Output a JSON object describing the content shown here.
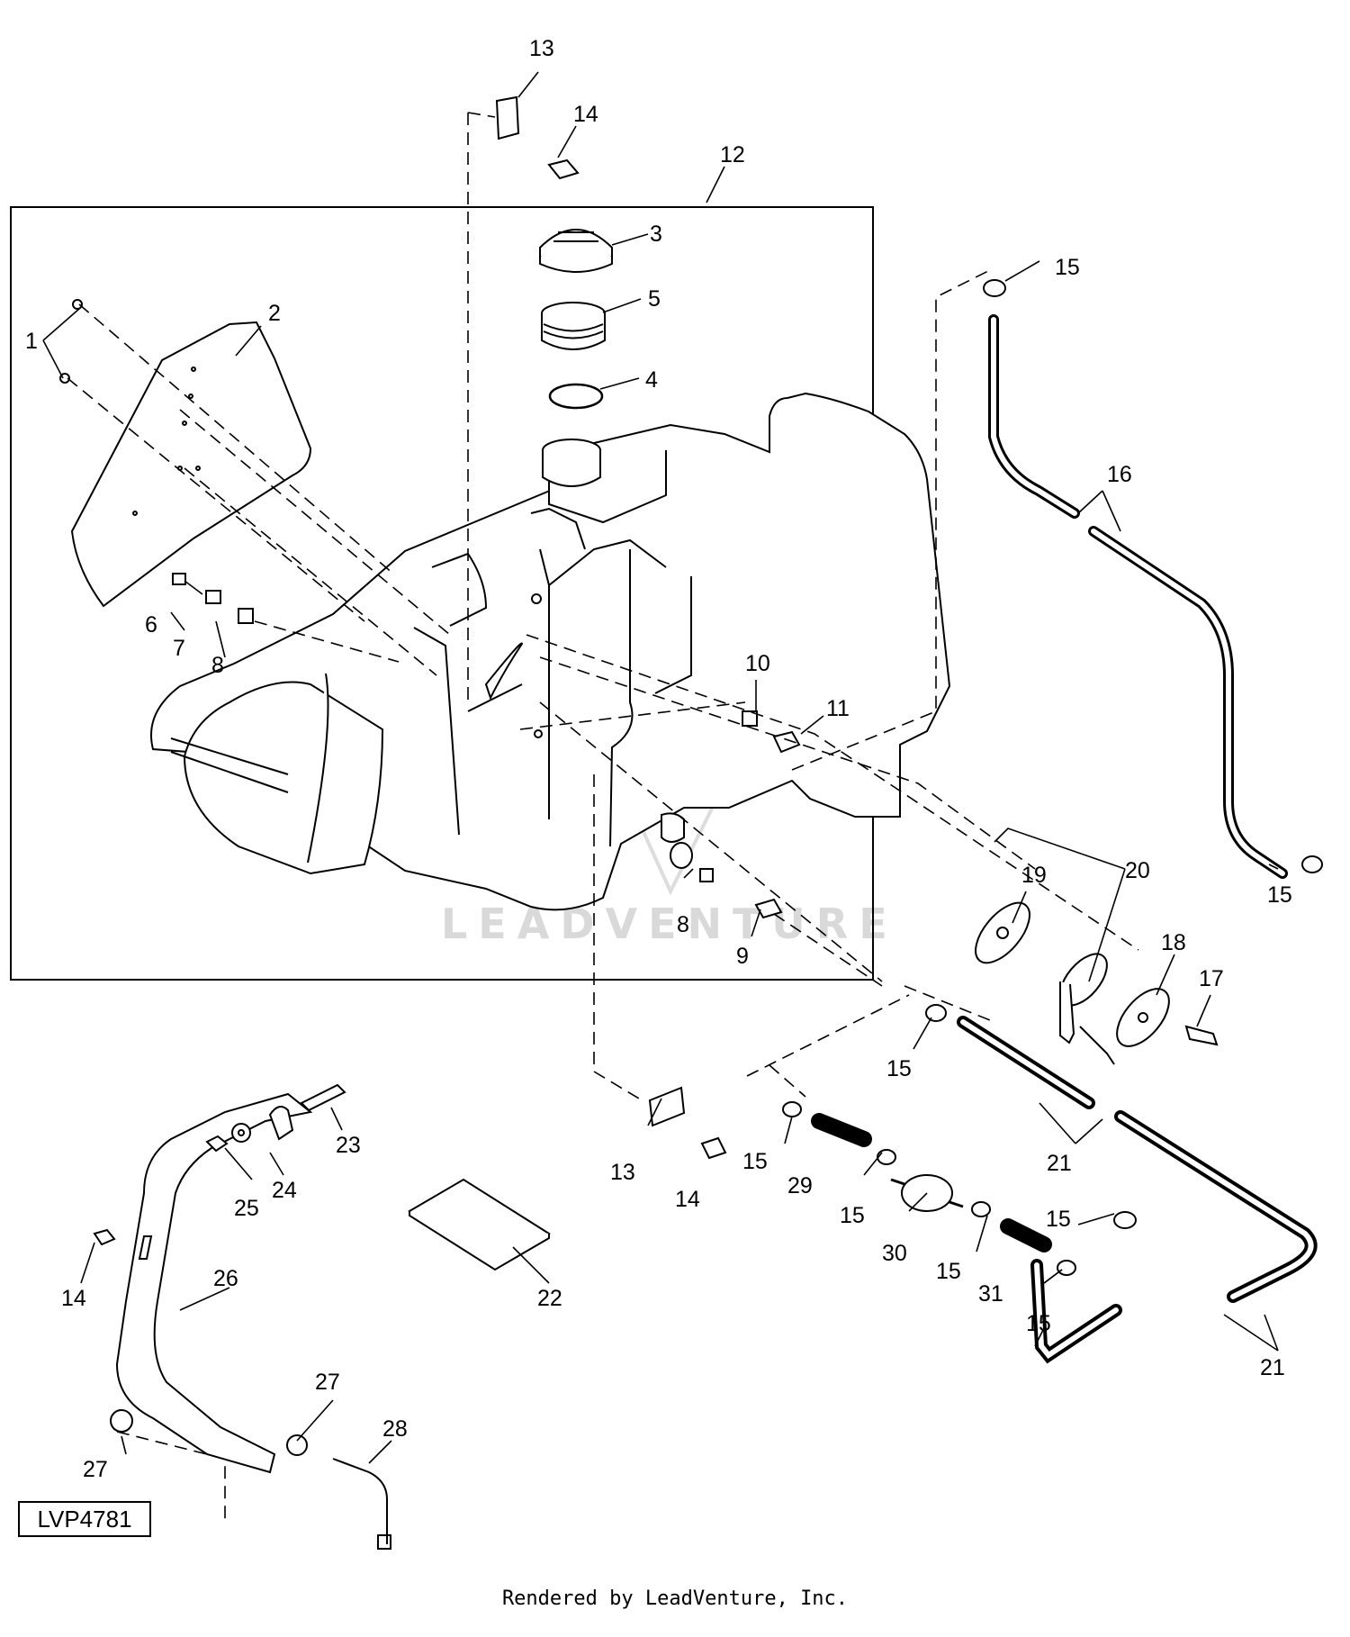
{
  "diagram": {
    "figure_code": "LVP4781",
    "watermark": "LEADVENTURE",
    "footer": "Rendered by LeadVenture, Inc.",
    "callouts": [
      {
        "id": "c1",
        "text": "1"
      },
      {
        "id": "c2",
        "text": "2"
      },
      {
        "id": "c3",
        "text": "3"
      },
      {
        "id": "c4",
        "text": "4"
      },
      {
        "id": "c5",
        "text": "5"
      },
      {
        "id": "c6",
        "text": "6"
      },
      {
        "id": "c7",
        "text": "7"
      },
      {
        "id": "c8a",
        "text": "8"
      },
      {
        "id": "c8b",
        "text": "8"
      },
      {
        "id": "c9",
        "text": "9"
      },
      {
        "id": "c10",
        "text": "10"
      },
      {
        "id": "c11",
        "text": "11"
      },
      {
        "id": "c12",
        "text": "12"
      },
      {
        "id": "c13a",
        "text": "13"
      },
      {
        "id": "c13b",
        "text": "13"
      },
      {
        "id": "c14a",
        "text": "14"
      },
      {
        "id": "c14b",
        "text": "14"
      },
      {
        "id": "c14c",
        "text": "14"
      },
      {
        "id": "c15a",
        "text": "15"
      },
      {
        "id": "c15b",
        "text": "15"
      },
      {
        "id": "c15c",
        "text": "15"
      },
      {
        "id": "c15d",
        "text": "15"
      },
      {
        "id": "c15e",
        "text": "15"
      },
      {
        "id": "c15f",
        "text": "15"
      },
      {
        "id": "c15g",
        "text": "15"
      },
      {
        "id": "c15h",
        "text": "15"
      },
      {
        "id": "c16",
        "text": "16"
      },
      {
        "id": "c17",
        "text": "17"
      },
      {
        "id": "c18",
        "text": "18"
      },
      {
        "id": "c19",
        "text": "19"
      },
      {
        "id": "c20",
        "text": "20"
      },
      {
        "id": "c21a",
        "text": "21"
      },
      {
        "id": "c21b",
        "text": "21"
      },
      {
        "id": "c22",
        "text": "22"
      },
      {
        "id": "c23",
        "text": "23"
      },
      {
        "id": "c24",
        "text": "24"
      },
      {
        "id": "c25",
        "text": "25"
      },
      {
        "id": "c26",
        "text": "26"
      },
      {
        "id": "c27a",
        "text": "27"
      },
      {
        "id": "c27b",
        "text": "27"
      },
      {
        "id": "c28",
        "text": "28"
      },
      {
        "id": "c29",
        "text": "29"
      },
      {
        "id": "c30",
        "text": "30"
      },
      {
        "id": "c31",
        "text": "31"
      }
    ]
  }
}
